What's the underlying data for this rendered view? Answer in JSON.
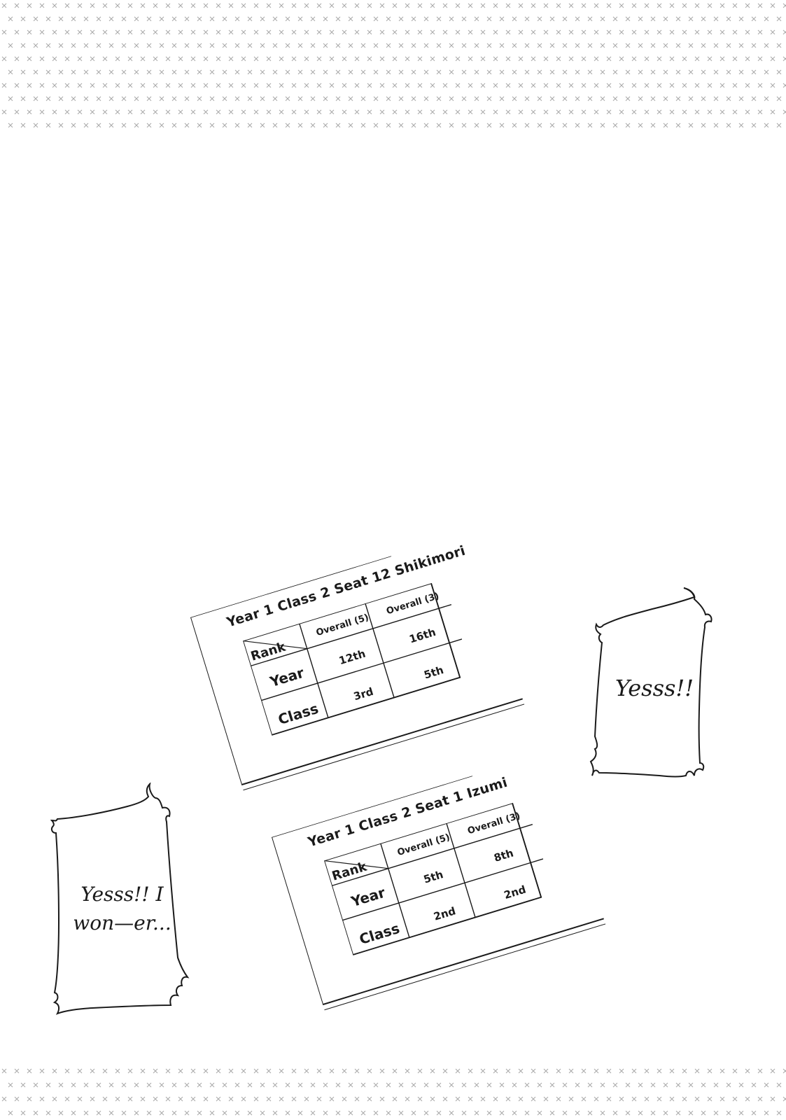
{
  "reports": [
    {
      "title": "Year 1  Class 2  Seat 12  Shikimori",
      "header_label": "Rank",
      "columns": [
        "Overall (5)",
        "Overall (3)"
      ],
      "rows": [
        {
          "label": "Year",
          "values": [
            "12th",
            "16th"
          ]
        },
        {
          "label": "Class",
          "values": [
            "3rd",
            "5th"
          ]
        }
      ]
    },
    {
      "title": "Year 1  Class 2  Seat 1  Izumi",
      "header_label": "Rank",
      "columns": [
        "Overall (5)",
        "Overall (3)"
      ],
      "rows": [
        {
          "label": "Year",
          "values": [
            "5th",
            "8th"
          ]
        },
        {
          "label": "Class",
          "values": [
            "2nd",
            "2nd"
          ]
        }
      ]
    }
  ],
  "bubbles": {
    "right": "Yesss!!",
    "left": "Yesss!! I won—er..."
  }
}
